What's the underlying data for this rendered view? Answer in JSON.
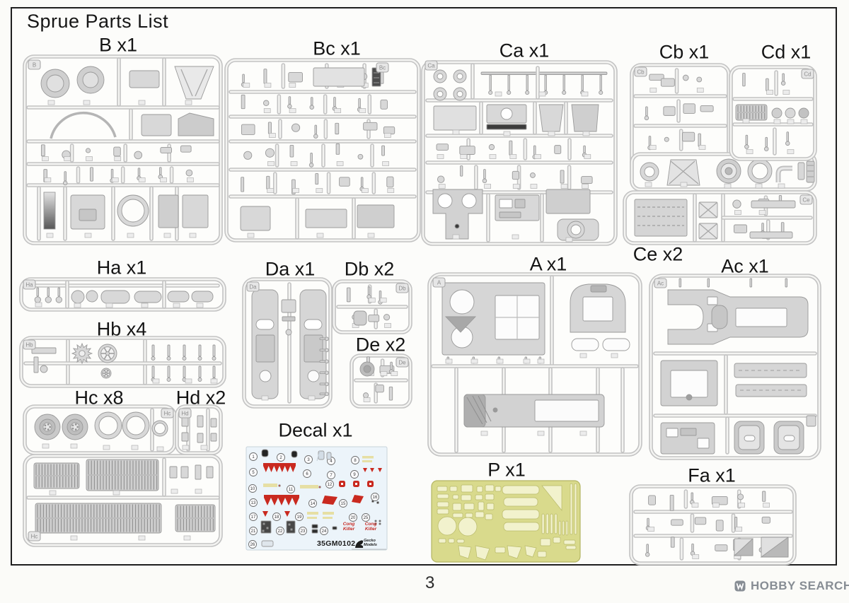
{
  "page": {
    "title": "Sprue Parts List",
    "page_number": "3",
    "watermark": "HOBBY SEARCH"
  },
  "sprues": [
    {
      "id": "B",
      "label": "B x1"
    },
    {
      "id": "Bc",
      "label": "Bc x1"
    },
    {
      "id": "Ca",
      "label": "Ca x1"
    },
    {
      "id": "Cb",
      "label": "Cb x1"
    },
    {
      "id": "Cd",
      "label": "Cd x1"
    },
    {
      "id": "Ce",
      "label": "Ce x2"
    },
    {
      "id": "Ha",
      "label": "Ha x1"
    },
    {
      "id": "Hb",
      "label": "Hb x4"
    },
    {
      "id": "Hc",
      "label": "Hc x8"
    },
    {
      "id": "Hd",
      "label": "Hd x2"
    },
    {
      "id": "Da",
      "label": "Da x1"
    },
    {
      "id": "Db",
      "label": "Db x2"
    },
    {
      "id": "De",
      "label": "De x2"
    },
    {
      "id": "A",
      "label": "A x1"
    },
    {
      "id": "Ac",
      "label": "Ac x1"
    },
    {
      "id": "Decal",
      "label": "Decal x1"
    },
    {
      "id": "P",
      "label": "P x1"
    },
    {
      "id": "Fa",
      "label": "Fa x1"
    }
  ],
  "decal": {
    "numbers": [
      "1",
      "2",
      "3",
      "4",
      "5",
      "6",
      "7",
      "8",
      "9",
      "10",
      "11",
      "12",
      "13",
      "14",
      "15",
      "16",
      "17",
      "18",
      "19",
      "20",
      "21",
      "22",
      "23",
      "24",
      "25",
      "26"
    ],
    "code": "35GM0102",
    "slogan": "Cong Killer",
    "brand": "Gecko Models"
  },
  "colors": {
    "paper": "#fbfbf8",
    "frame": "#1f1f1f",
    "sprue_outline": "#c3c3c3",
    "part_fill": "#d8d8d8",
    "decal_bg": "#ecf4fa",
    "decal_red": "#c9291f",
    "pe_fret": "#d9da8c",
    "pe_part": "#f2f2cd",
    "watermark_gray": "#878d94"
  }
}
